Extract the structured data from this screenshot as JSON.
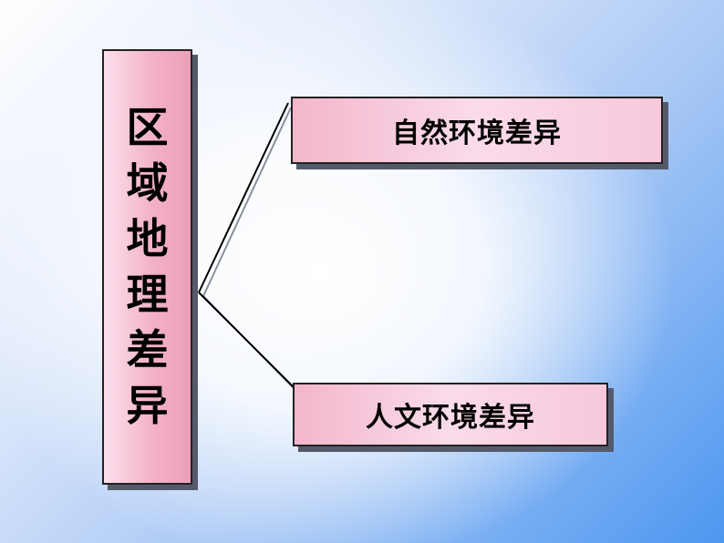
{
  "diagram": {
    "root": {
      "label": "区域地理差异",
      "chars": [
        "区",
        "域",
        "地",
        "理",
        "差",
        "异"
      ]
    },
    "branches": [
      {
        "label": "自然环境差异"
      },
      {
        "label": "人文环境差异"
      }
    ]
  },
  "colors": {
    "box_pink": "#f3b2c9",
    "background_blue": "#4d97f0",
    "line": "#000000",
    "shadow": "#555a6a"
  }
}
